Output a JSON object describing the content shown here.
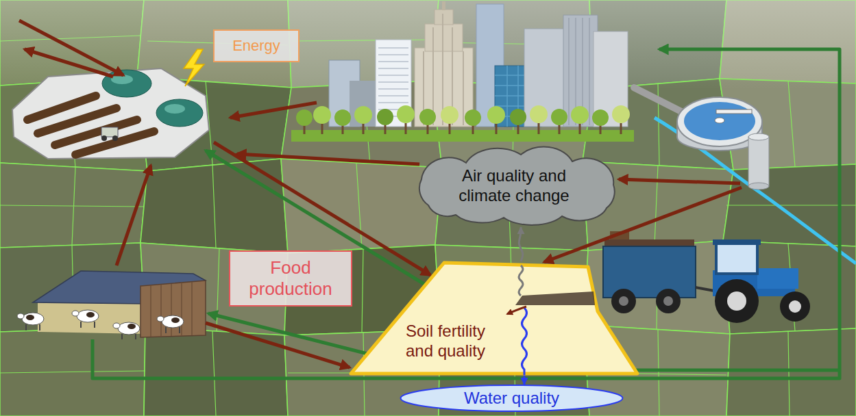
{
  "diagram": {
    "nodes": [
      {
        "text": [
          "Energy"
        ]
      },
      {
        "text": [
          "Air quality and climate change"
        ]
      },
      {
        "text": [
          "Food production"
        ]
      },
      {
        "text": [
          "Soil fertility and quality"
        ]
      },
      {
        "text": [
          "Water quality"
        ]
      }
    ],
    "edges": [
      {
        "from": 3,
        "to": 1,
        "arrow": "to"
      },
      {
        "from": 3,
        "to": 4,
        "arrow": "to"
      }
    ]
  }
}
